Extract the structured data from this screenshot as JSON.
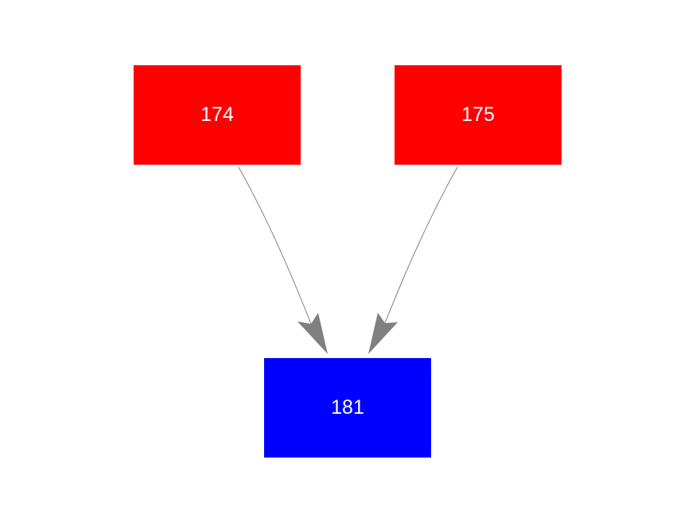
{
  "nodes": [
    {
      "id": "174",
      "label": "174",
      "color": "#ff0000"
    },
    {
      "id": "175",
      "label": "175",
      "color": "#ff0000"
    },
    {
      "id": "181",
      "label": "181",
      "color": "#0000ff"
    }
  ],
  "edges": [
    {
      "from": "174",
      "to": "181"
    },
    {
      "from": "175",
      "to": "181"
    }
  ],
  "edge_color": "#808080"
}
